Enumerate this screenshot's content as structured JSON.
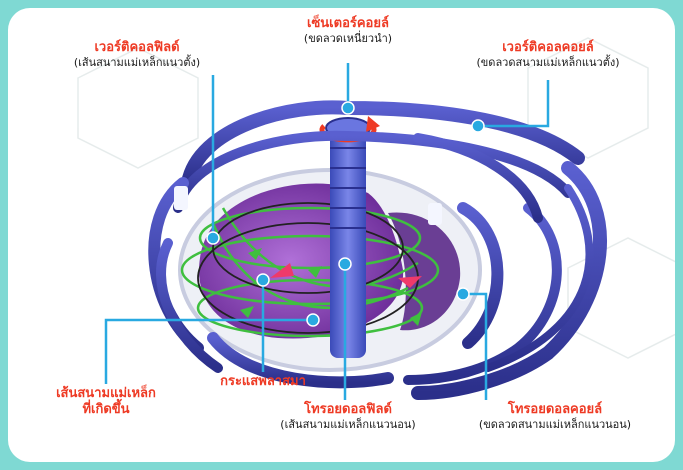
{
  "labels": {
    "central_solenoid": {
      "title": "เซ็นเตอร์คอยล์",
      "subtitle": "(ขดลวดเหนี่ยวนำ)"
    },
    "vertical_field": {
      "title": "เวอร์ติคอลฟิลด์",
      "subtitle": "(เส้นสนามแม่เหล็กแนวตั้ง)"
    },
    "vertical_coil": {
      "title": "เวอร์ติคอลคอยล์",
      "subtitle": "(ขดลวดสนามแม่เหล็กแนวตั้ง)"
    },
    "resulting_field": {
      "title_line1": "เส้นสนามแม่เหล็ก",
      "title_line2": "ที่เกิดขึ้น"
    },
    "plasma_current": {
      "title": "กระแสพลาสมา"
    },
    "toroidal_field": {
      "title": "โทรอยดอลฟิลด์",
      "subtitle": "(เส้นสนามแม่เหล็กแนวนอน)"
    },
    "toroidal_coil": {
      "title": "โทรอยดอลคอยล์",
      "subtitle": "(ขดลวดสนามแม่เหล็กแนวนอน)"
    }
  },
  "colors": {
    "frame": "#7fd9d3",
    "pointer": "#29a9e1",
    "title_text": "#ee3a24",
    "coil": "#3a3fa8",
    "plasma": "#8b3fb5",
    "field_line": "#3fbf3f"
  }
}
